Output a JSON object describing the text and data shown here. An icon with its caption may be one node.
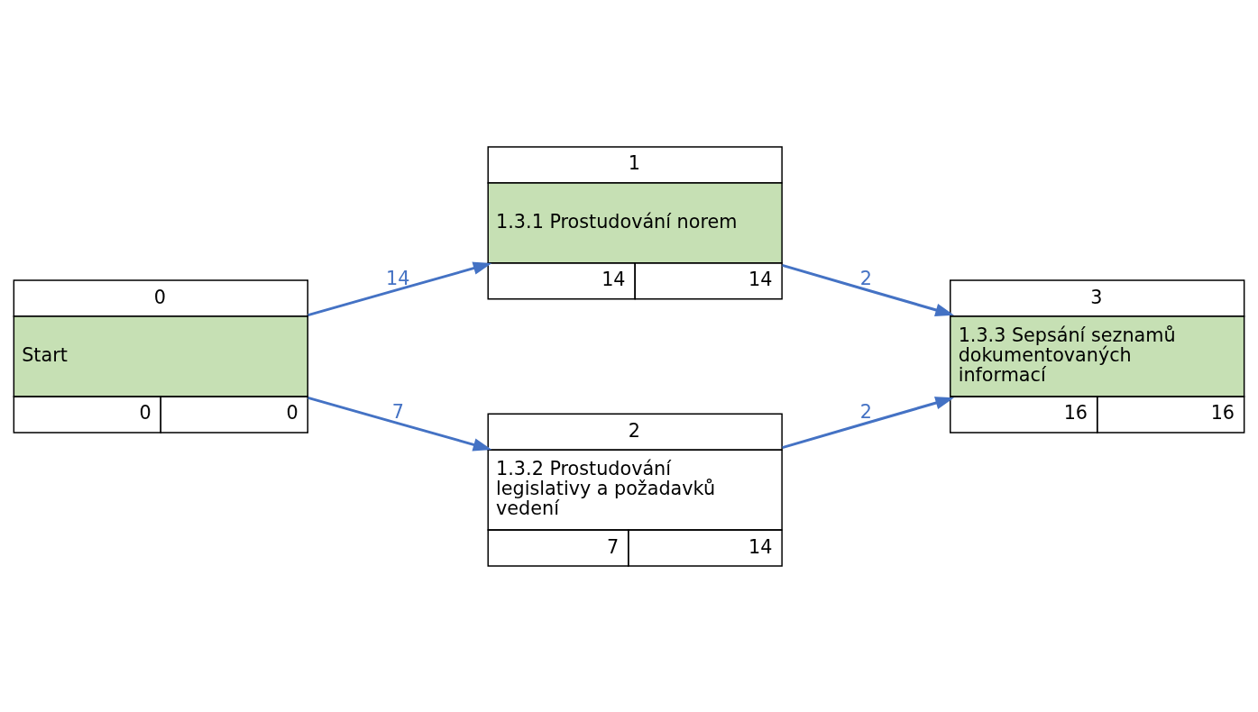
{
  "diagram": {
    "nodes": [
      {
        "text": [
          "0",
          "Start",
          "0",
          "0"
        ]
      },
      {
        "text": [
          "1",
          "1.3.1 Prostudování norem",
          "14",
          "14"
        ]
      },
      {
        "text": [
          "2",
          "1.3.2 Prostudování legislativy a požadavků vedení",
          "7",
          "14"
        ]
      },
      {
        "text": [
          "3",
          "1.3.3 Sepsání seznamů dokumentovaných informací",
          "16",
          "16"
        ]
      }
    ],
    "edges": [
      {
        "from": 0,
        "to": 1,
        "arrow": "to",
        "label": "14"
      },
      {
        "from": 0,
        "to": 2,
        "arrow": "to",
        "label": "7"
      },
      {
        "from": 1,
        "to": 3,
        "arrow": "to",
        "label": "2"
      },
      {
        "from": 2,
        "to": 3,
        "arrow": "to",
        "label": "2"
      }
    ]
  }
}
